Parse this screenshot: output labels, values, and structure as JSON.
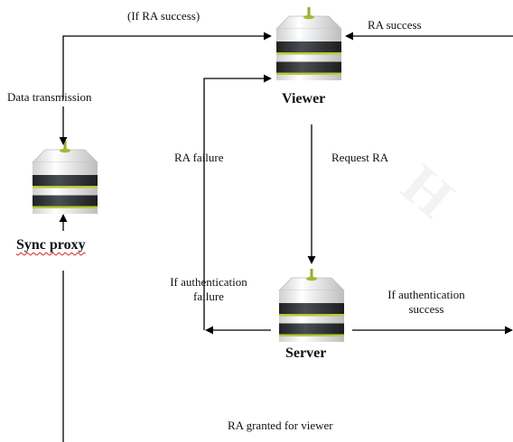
{
  "nodes": {
    "viewer": {
      "title": "Viewer"
    },
    "sync_proxy": {
      "title": "Sync proxy"
    },
    "server": {
      "title": "Server"
    }
  },
  "edges": {
    "if_ra_success": "(If RA success)",
    "ra_success": "RA success",
    "data_transmission": "Data transmission",
    "ra_failure": "RA failure",
    "request_ra": "Request RA",
    "if_auth_failure_line1": "If authentication",
    "if_auth_failure_line2": "failure",
    "if_auth_success_line1": "If authentication",
    "if_auth_success_line2": "success",
    "ra_granted": "RA granted for viewer"
  },
  "colors": {
    "line": "#000000",
    "server_body": "#f2f2f2",
    "server_band_dark": "#2a2d2f",
    "server_stripe": "#b8c93a",
    "server_top_icon": "#8fae2a"
  }
}
